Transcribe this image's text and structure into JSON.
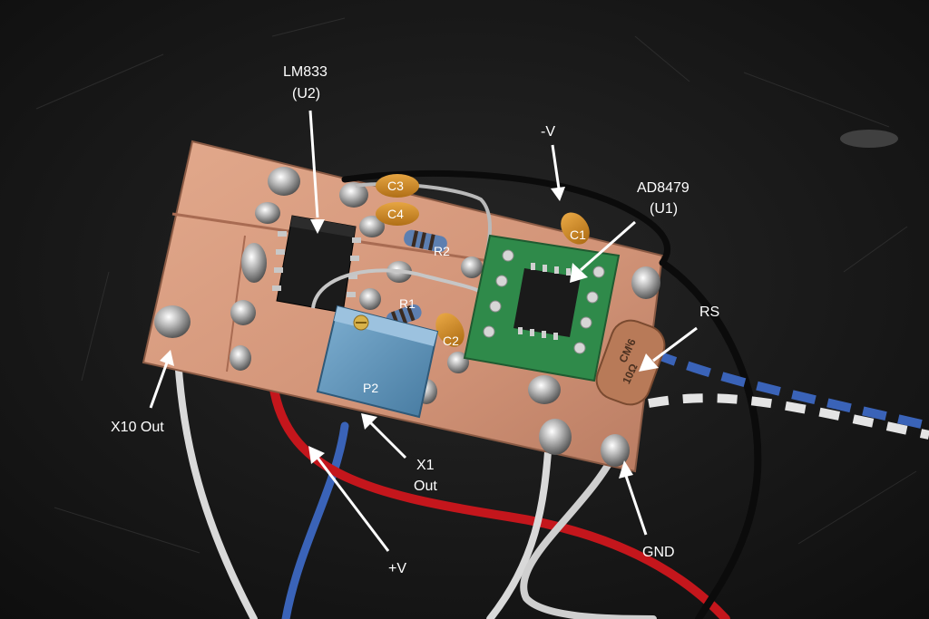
{
  "labels": {
    "lm833": "LM833",
    "u2": "(U2)",
    "minus_v": "-V",
    "ad8479": "AD8479",
    "u1": "(U1)",
    "c1": "C1",
    "c2": "C2",
    "c3": "C3",
    "c4": "C4",
    "r1": "R1",
    "r2": "R2",
    "rs": "RS",
    "p2": "P2",
    "x10_out": "X10 Out",
    "x1": "X1",
    "out": "Out",
    "plus_v": "+V",
    "gnd": "GND"
  },
  "markings": {
    "rs_code_1": "CMⁱ6",
    "rs_code_2": "10Ω"
  },
  "colors": {
    "background": "#151515",
    "copper": "#d69a7e",
    "green_pcb": "#2f8a4a",
    "cap_orange": "#d08a2a",
    "trimmer_blue": "#5f93b8",
    "wire_red": "#c4161c",
    "wire_blue": "#3a63b8",
    "wire_white": "#d9d9d9",
    "wire_black": "#0b0b0b"
  }
}
